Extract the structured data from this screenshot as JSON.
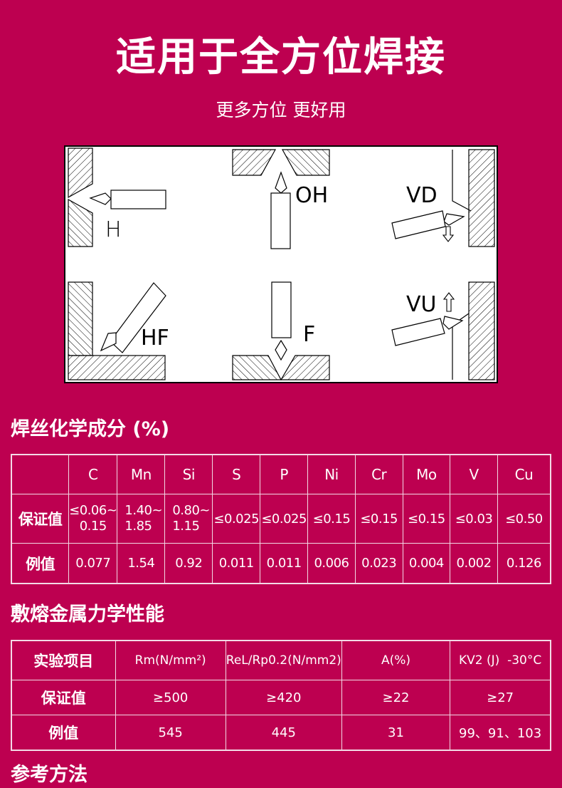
{
  "header": {
    "title": "适用于全方位焊接",
    "subtitle": "更多方位 更好用"
  },
  "diagram": {
    "labels": {
      "h": "H",
      "oh": "OH",
      "vd": "VD",
      "hf": "HF",
      "f": "F",
      "vu": "VU"
    },
    "colors": {
      "line": "#000000",
      "background": "#ffffff"
    }
  },
  "chemical_composition": {
    "title": "焊丝化学成分 (%)",
    "columns": [
      "",
      "C",
      "Mn",
      "Si",
      "S",
      "P",
      "Ni",
      "Cr",
      "Mo",
      "V",
      "Cu"
    ],
    "rows": [
      {
        "label": "保证值",
        "values": [
          "≤0.06~\n0.15",
          "1.40~\n1.85",
          "0.80~\n1.15",
          "≤0.025",
          "≤0.025",
          "≤0.15",
          "≤0.15",
          "≤0.15",
          "≤0.03",
          "≤0.50"
        ],
        "c_line1": "≤0.06~",
        "c_line2": "0.15",
        "mn_line1": "1.40~",
        "mn_line2": "1.85",
        "si_line1": "0.80~",
        "si_line2": "1.15"
      },
      {
        "label": "例值",
        "values": [
          "0.077",
          "1.54",
          "0.92",
          "0.011",
          "0.011",
          "0.006",
          "0.023",
          "0.004",
          "0.002",
          "0.126"
        ]
      }
    ]
  },
  "mechanical_properties": {
    "title": "敷熔金属力学性能",
    "columns": [
      "实验项目",
      "Rm(N/mm²)",
      "ReL/Rp0.2(N/mm2)",
      "A(%)",
      "KV2 (J)  -30°C"
    ],
    "rows": [
      {
        "label": "保证值",
        "values": [
          "≥500",
          "≥420",
          "≥22",
          "≥27"
        ]
      },
      {
        "label": "例值",
        "values": [
          "545",
          "445",
          "31",
          "99、91、103"
        ]
      }
    ]
  },
  "next_section": {
    "title_partial": "参考方法"
  },
  "theme": {
    "background": "#bd0050",
    "text": "#ffffff",
    "table_border": "#f3d9e6"
  }
}
